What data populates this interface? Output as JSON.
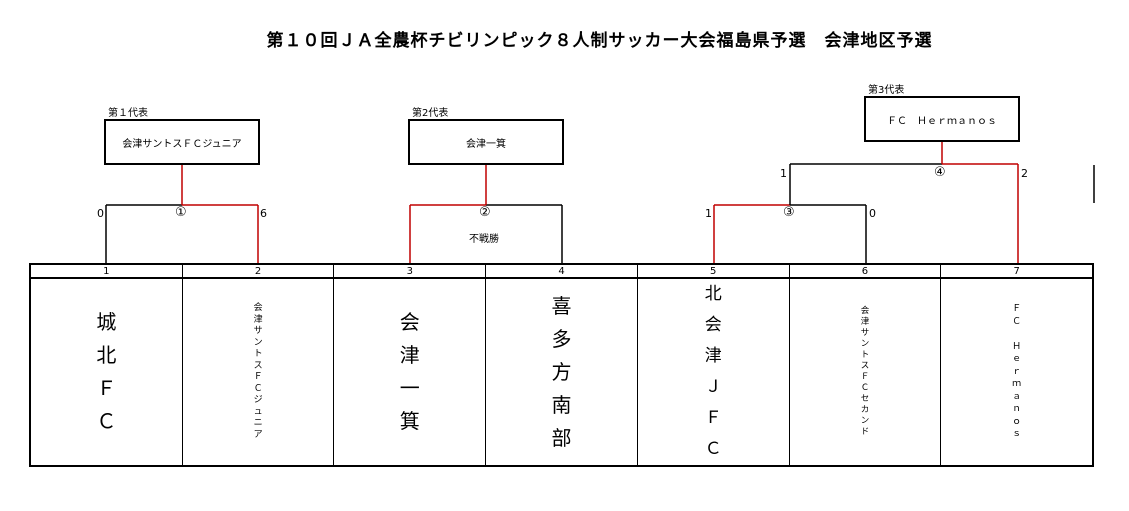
{
  "title": "第１０回ＪＡ全農杯チビリンピック８人制サッカー大会福島県予選　会津地区予選",
  "representatives": [
    {
      "label": "第１代表",
      "team": "会津サントスＦＣジュニア"
    },
    {
      "label": "第2代表",
      "team": "会津一箕"
    },
    {
      "label": "第3代表",
      "team": "ＦＣ　Ｈｅｒｍａｎｏｓ"
    }
  ],
  "matches": [
    {
      "number": "①",
      "left_score": "0",
      "right_score": "6",
      "note": ""
    },
    {
      "number": "②",
      "left_score": "",
      "right_score": "",
      "note": "不戦勝"
    },
    {
      "number": "③",
      "left_score": "1",
      "right_score": "0",
      "note": ""
    },
    {
      "number": "④",
      "left_score": "1",
      "right_score": "2",
      "note": ""
    }
  ],
  "teams": [
    {
      "number": "1",
      "name": "城北ＦＣ"
    },
    {
      "number": "2",
      "name": "会津サントスＦＣジュニア"
    },
    {
      "number": "3",
      "name": "会津一箕"
    },
    {
      "number": "4",
      "name": "喜多方南部"
    },
    {
      "number": "5",
      "name": "北会津ＪＦＣ"
    },
    {
      "number": "6",
      "name": "会津サントスＦＣセカンド"
    },
    {
      "number": "7",
      "name": "ＦＣ Ｈｅｒｍａｎｏｓ"
    }
  ],
  "colors": {
    "winner_line": "#c00000",
    "line": "#000000"
  }
}
